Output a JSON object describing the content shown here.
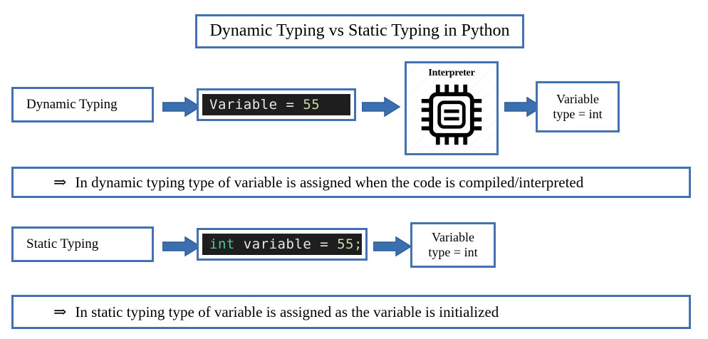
{
  "title": "Dynamic Typing vs Static Typing in Python",
  "colors": {
    "border_blue": "#4472b0",
    "arrow_blue": "#3a6fb0",
    "arrow_outline": "#2f5c96",
    "code_background": "#1e1e1e",
    "code_text": "#e8e8e8",
    "code_type": "#4ec9a0",
    "code_number": "#c8dba4"
  },
  "dynamic_row": {
    "label": "Dynamic Typing",
    "code": {
      "plain_prefix": "Variable = ",
      "number": "55"
    },
    "interpreter": {
      "title": "Interpreter",
      "icon": "cpu-chip-icon"
    },
    "result": {
      "line1": "Variable",
      "line2": "type = int"
    }
  },
  "dynamic_statement": {
    "arrow_glyph": "⇒",
    "text": "In dynamic typing type of variable is assigned when the code is compiled/interpreted"
  },
  "static_row": {
    "label": "Static Typing",
    "code": {
      "type_keyword": "int",
      "plain_middle": " variable = ",
      "number": "55;"
    },
    "result": {
      "line1": "Variable",
      "line2": "type = int"
    }
  },
  "static_statement": {
    "arrow_glyph": "⇒",
    "text": "In static typing type of variable is assigned as the variable is initialized"
  },
  "arrows": {
    "dynamic_to_code": "right-arrow-icon",
    "code_to_interpreter": "right-arrow-icon",
    "interpreter_to_result": "right-arrow-icon",
    "static_to_code": "right-arrow-icon",
    "static_code_to_result": "right-arrow-icon"
  }
}
